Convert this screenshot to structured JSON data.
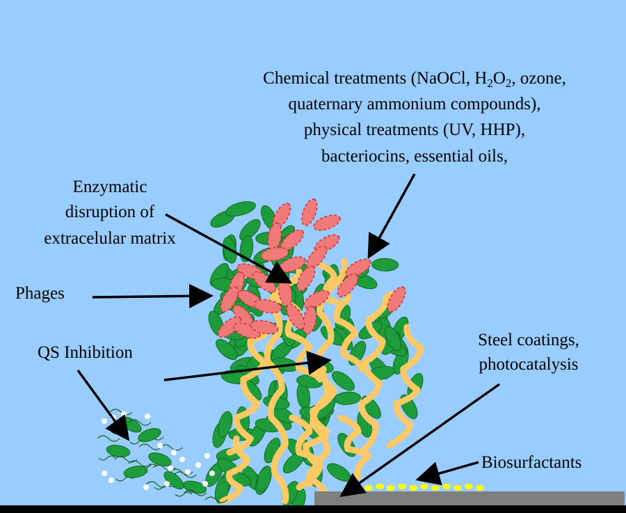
{
  "background_color": "#99CCFF",
  "colors": {
    "live_bacteria": "#1E9B3A",
    "dead_bacteria": "#F07A7A",
    "dead_outline": "#D03030",
    "matrix": "#FFC966",
    "signal_molecules": "#FFFFFF",
    "biosurfactant": "#FFFF00",
    "steel": "#7F7F7F",
    "ground": "#000000"
  },
  "labels": {
    "chemical": {
      "line1_pre": "Chemical treatments (NaOCl, H",
      "h2o2_sub1": "2",
      "h2o2_mid": "O",
      "h2o2_sub2": "2",
      "line1_post": ", ozone,",
      "line2": "quaternary ammonium compounds),",
      "line3": "physical treatments (UV, HHP),",
      "line4": "bacteriocins, essential oils,"
    },
    "enzymatic": {
      "line1": "Enzymatic",
      "line2": "disruption of",
      "line3": "extracelular matrix"
    },
    "phages": "Phages",
    "qs": "QS Inhibition",
    "steel": {
      "line1": "Steel coatings,",
      "line2": "photocatalysis"
    },
    "biosurfactants": "Biosurfactants"
  },
  "icons": [
    "arrow-icon"
  ]
}
